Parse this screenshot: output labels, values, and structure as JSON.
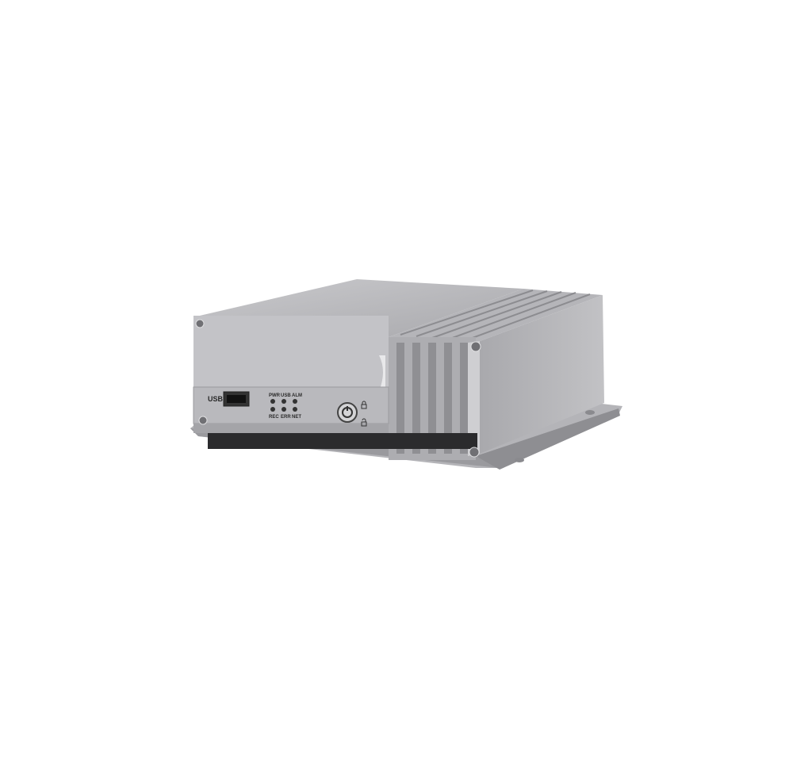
{
  "device": {
    "usb_port_label": "USB",
    "leds": [
      {
        "label": "PWR"
      },
      {
        "label": "USB"
      },
      {
        "label": "ALM"
      },
      {
        "label": "REC"
      },
      {
        "label": "ERR"
      },
      {
        "label": "NET"
      }
    ],
    "colors": {
      "body": "#b9b9bd",
      "dark": "#2a2a2a"
    }
  }
}
